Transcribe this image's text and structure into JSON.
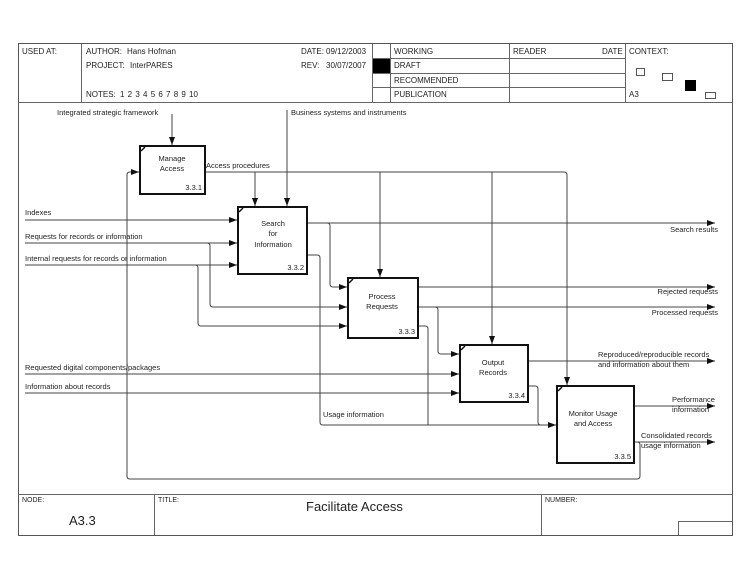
{
  "header": {
    "used_at_label": "USED AT:",
    "author_label": "AUTHOR:",
    "author": "Hans Hofman",
    "project_label": "PROJECT:",
    "project": "InterPARES",
    "notes_label": "NOTES:",
    "notes": "1 2 3 4 5 6 7 8 9 10",
    "date_label": "DATE:",
    "date": "09/12/2003",
    "rev_label": "REV:",
    "rev": "30/07/2007",
    "status_rows": [
      {
        "label": "WORKING",
        "selected": false
      },
      {
        "label": "DRAFT",
        "selected": true
      },
      {
        "label": "RECOMMENDED",
        "selected": false
      },
      {
        "label": "PUBLICATION",
        "selected": false
      }
    ],
    "reader_label": "READER",
    "reader_date_label": "DATE",
    "context_label": "CONTEXT:",
    "context_node": "A3"
  },
  "diagram": {
    "boxes": [
      {
        "name": "Manage Access",
        "lines": [
          "Manage",
          "Access"
        ],
        "number": "3.3.1"
      },
      {
        "name": "Search for Information",
        "lines": [
          "Search",
          "for",
          "Information"
        ],
        "number": "3.3.2"
      },
      {
        "name": "Process Requests",
        "lines": [
          "Process",
          "Requests"
        ],
        "number": "3.3.3"
      },
      {
        "name": "Output Records",
        "lines": [
          "Output",
          "Records"
        ],
        "number": "3.3.4"
      },
      {
        "name": "Monitor Usage and Access",
        "lines": [
          "Monitor Usage",
          "and Access"
        ],
        "number": "3.3.5"
      }
    ],
    "controls": {
      "integrated_strategic_framework": "Integrated strategic framework",
      "business_systems": "Business systems and instruments",
      "access_procedures": "Access procedures"
    },
    "inputs": {
      "indexes": "Indexes",
      "requests": "Requests for records or information",
      "internal_requests": "Internal requests for records or information",
      "requested_components": "Requested digital components/packages",
      "information_about_records": "Information about records"
    },
    "outputs": {
      "search_results": "Search results",
      "rejected_requests": "Rejected requests",
      "processed_requests": "Processed requests",
      "reproduced_line1": "Reproduced/reproducible records",
      "reproduced_line2": "and information about them",
      "performance_line1": "Performance",
      "performance_line2": "information",
      "consolidated_line1": "Consolidated records",
      "consolidated_line2": "usage information"
    },
    "internal": {
      "usage_information": "Usage information"
    }
  },
  "footer": {
    "node_label": "NODE:",
    "node": "A3.3",
    "title_label": "TITLE:",
    "title": "Facilitate Access",
    "number_label": "NUMBER:"
  }
}
